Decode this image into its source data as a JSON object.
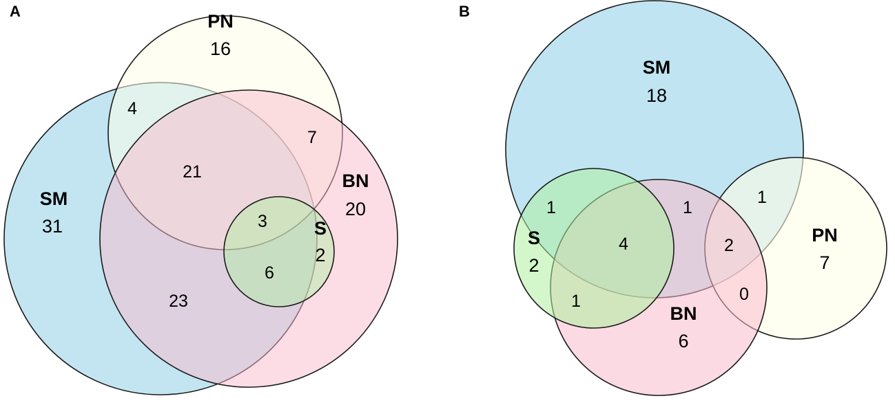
{
  "colors": {
    "SM": "#bde3f0",
    "PN": "#fdfde8",
    "BN": "#f9bccc",
    "S": "#aef0a0"
  },
  "panel_a": {
    "label": "A",
    "sets": {
      "SM": {
        "name": "SM",
        "count": "31"
      },
      "PN": {
        "name": "PN",
        "count": "16"
      },
      "BN": {
        "name": "BN",
        "count": "20"
      },
      "S": {
        "name": "S",
        "count": "2"
      }
    },
    "regions": {
      "sm_pn": "4",
      "pn_bn": "7",
      "sm_pn_bn": "21",
      "sm_pn_bn_s": "3",
      "sm_bn_s": "6",
      "sm_bn": "23"
    }
  },
  "panel_b": {
    "label": "B",
    "sets": {
      "SM": {
        "name": "SM",
        "count": "18"
      },
      "PN": {
        "name": "PN",
        "count": "7"
      },
      "BN": {
        "name": "BN",
        "count": "6"
      },
      "S": {
        "name": "S",
        "count": "2"
      }
    },
    "regions": {
      "sm_s": "1",
      "sm_s_bn": "4",
      "sm_bn": "1",
      "sm_pn": "1",
      "sm_bn_pn": "2",
      "s_bn": "1",
      "bn_pn": "0"
    }
  }
}
